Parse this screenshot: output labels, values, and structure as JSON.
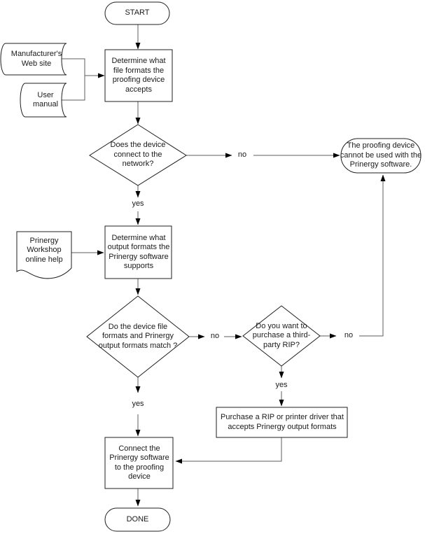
{
  "diagram": {
    "colors": {
      "background": "#ffffff",
      "shape_fill": "#ffffff",
      "shape_stroke": "#1f1f1f",
      "connector": "#5e5e5e",
      "arrowhead": "#000000",
      "text": "#1a1a1a"
    },
    "nodes": {
      "start": "START",
      "determine_file_formats": "Determine what\nfile formats the\nproofing device\naccepts",
      "manufacturers_web_site": "Manufacturer's\nWeb site",
      "user_manual": "User\nmanual",
      "device_connects_network": "Does the device\nconnect to the\nnetwork?",
      "cannot_be_used": "The proofing device\ncannot be used with the\nPrinergy software.",
      "prinergy_workshop_help": "Prinergy\nWorkshop\nonline help",
      "determine_output_formats": "Determine what\noutput formats the\nPrinergy software\nsupports",
      "formats_match": "Do the device file\nformats and Prinergy\noutput formats match ?",
      "third_party_rip": "Do you want to\npurchase a third-\nparty RIP?",
      "purchase_rip": "Purchase a RIP or printer driver that\naccepts Prinergy output formats",
      "connect_software": "Connect the\nPrinergy software\nto the proofing\ndevice",
      "done": "DONE"
    },
    "edge_labels": {
      "network_no": "no",
      "network_yes": "yes",
      "match_no": "no",
      "match_yes": "yes",
      "rip_no": "no",
      "rip_yes": "yes"
    }
  }
}
